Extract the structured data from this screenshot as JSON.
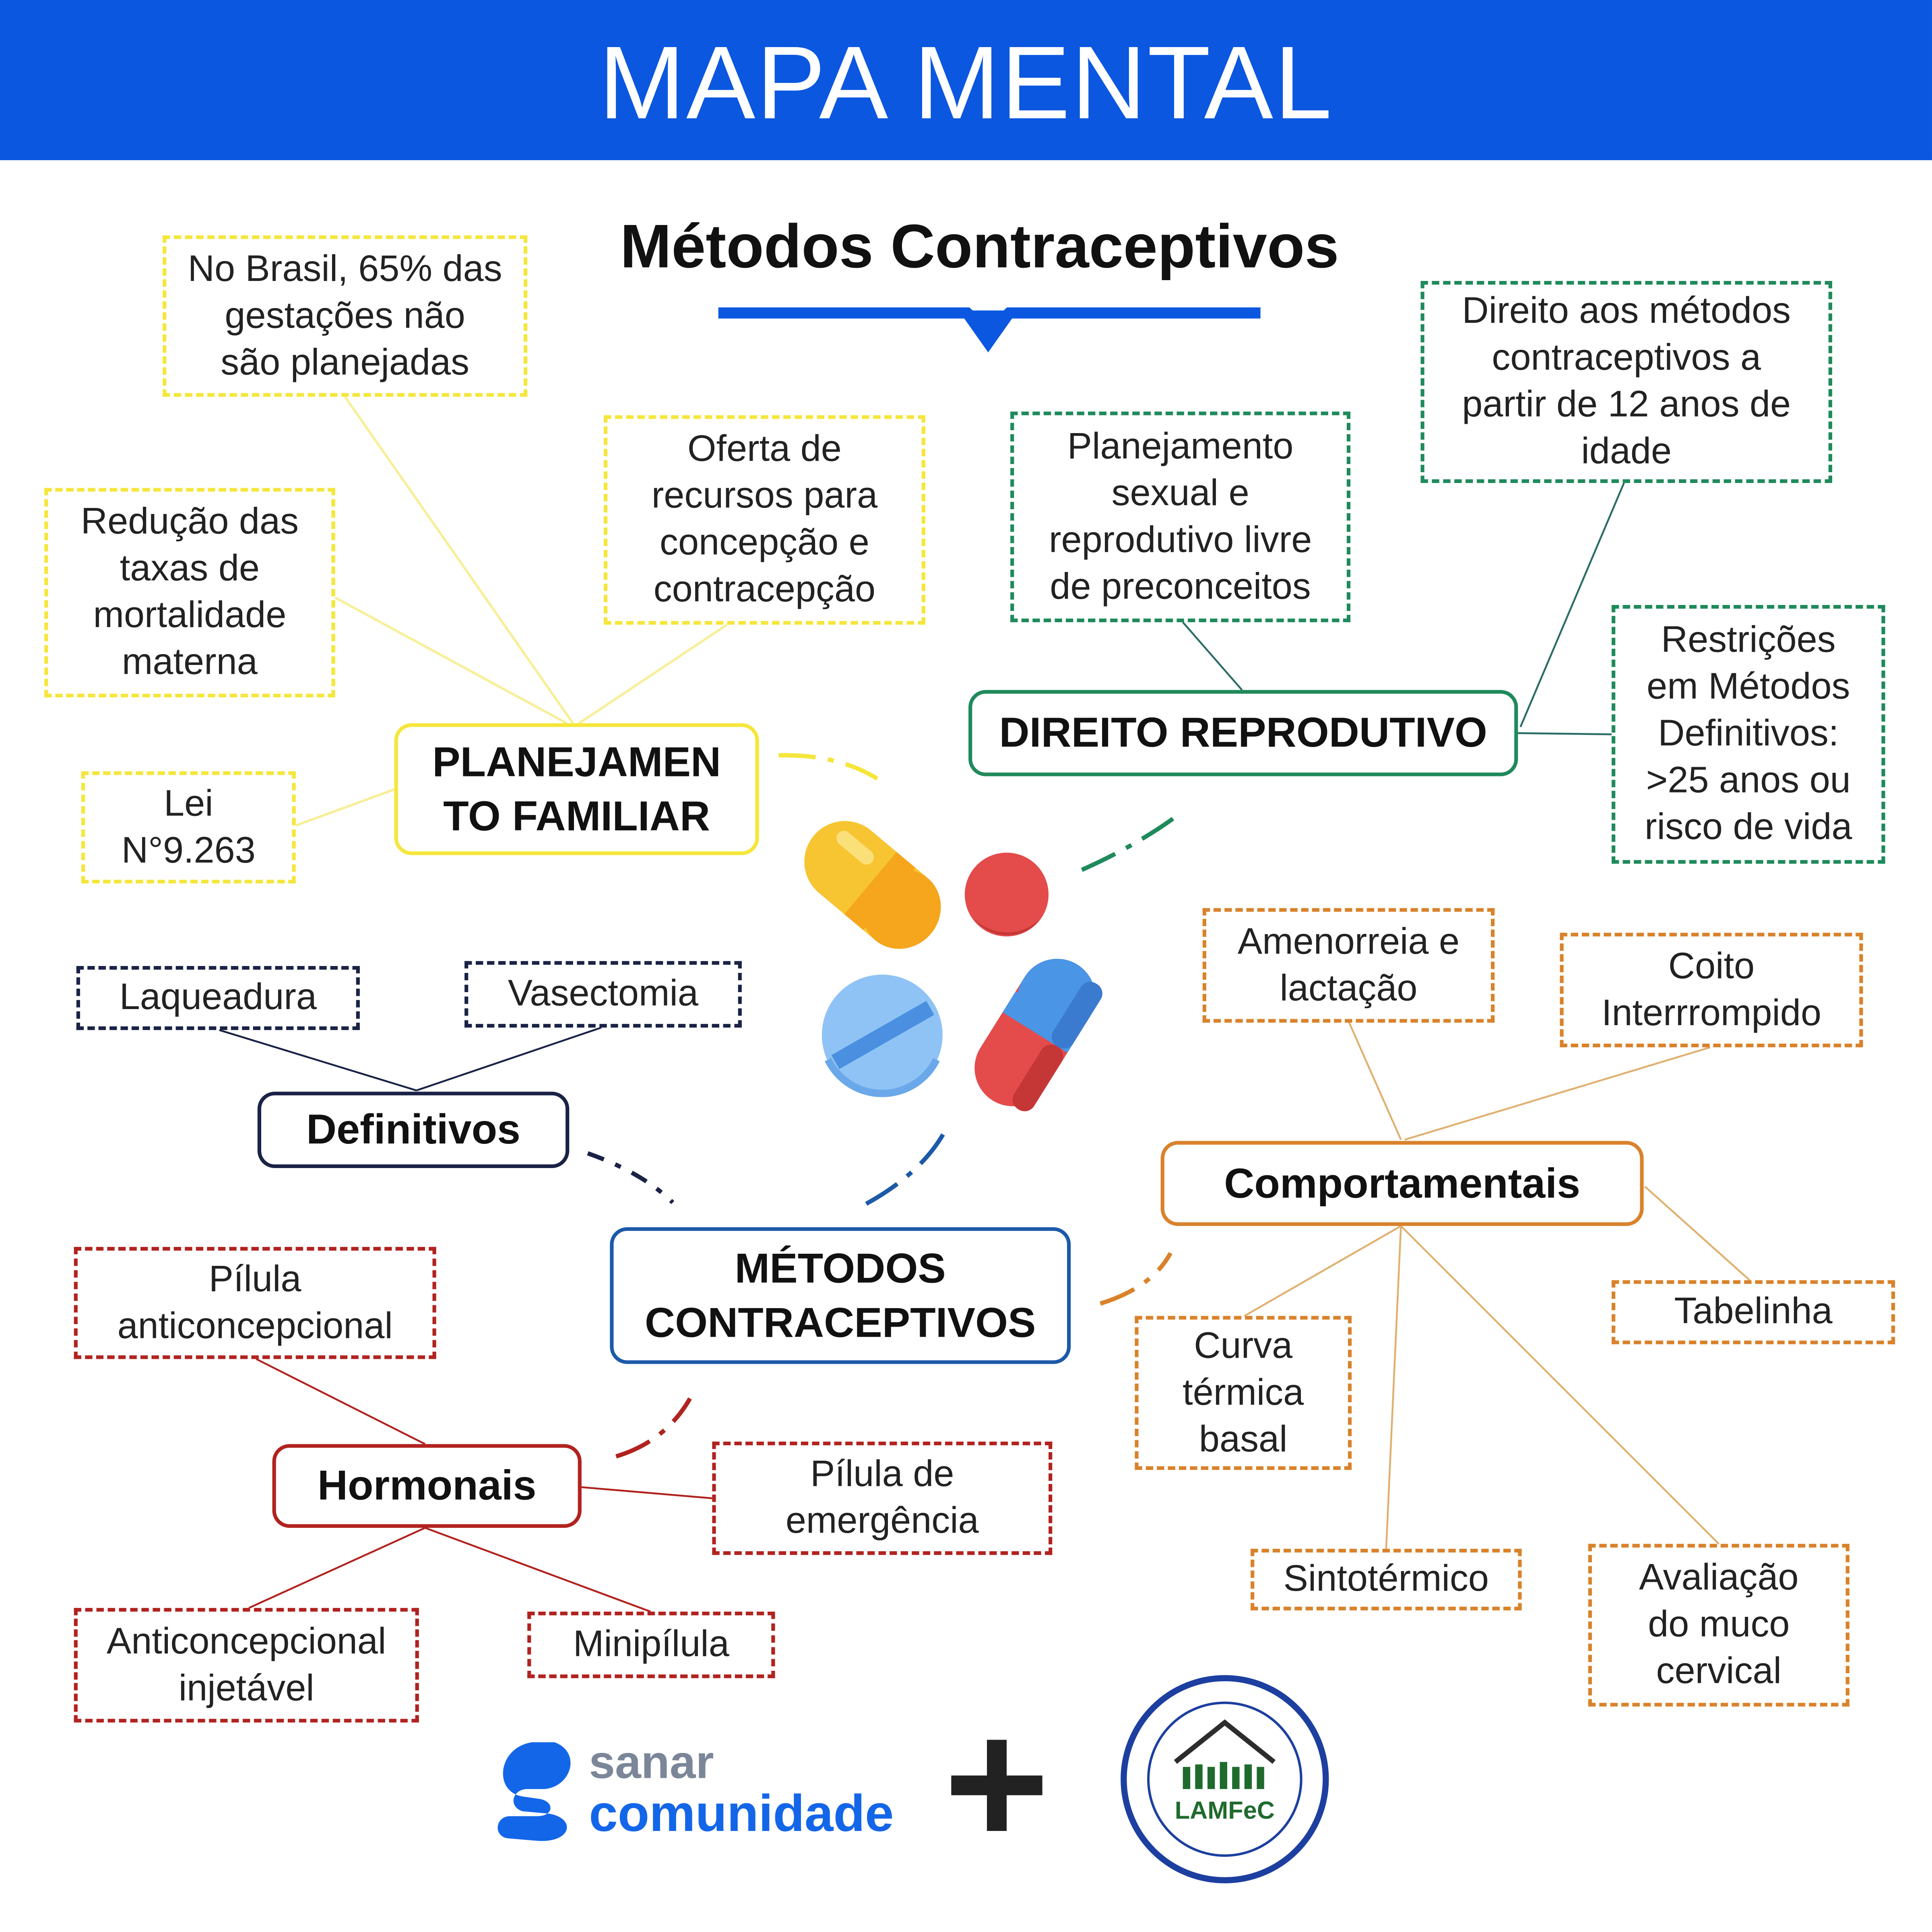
{
  "header": {
    "title": "MAPA MENTAL"
  },
  "subtitle": "Métodos Contraceptivos",
  "nodes": {
    "planejamento_familiar": "PLANEJAMEN\nTO FAMILIAR",
    "direito_reprodutivo": "DIREITO REPRODUTIVO",
    "metodos_contraceptivos": "MÉTODOS\nCONTRACEPTIVOS",
    "definitivos": "Definitivos",
    "hormonais": "Hormonais",
    "comportamentais": "Comportamentais"
  },
  "leaves": {
    "gestacoes": "No Brasil, 65% das\ngestações não\nsão planejadas",
    "oferta": "Oferta de\nrecursos para\nconcepção e\ncontracepção",
    "reducao": "Redução das\ntaxas de\nmortalidade\nmaterna",
    "lei": "Lei\nN°9.263",
    "planejamento_sexual": "Planejamento\nsexual e\nreprodutivo livre\nde preconceitos",
    "direito_12": "Direito aos métodos\ncontraceptivos a\npartir de 12 anos de\nidade",
    "restricoes": "Restrições\nem Métodos\nDefinitivos:\n>25 anos ou\nrisco de vida",
    "laqueadura": "Laqueadura",
    "vasectomia": "Vasectomia",
    "pilula_anticoncepcional": "Pílula\nanticoncepcional",
    "pilula_emergencia": "Pílula de\nemergência",
    "injetavel": "Anticoncepcional\ninjetável",
    "minipilula": "Minipílula",
    "amenorreia": "Amenorreia e\nlactação",
    "coito": "Coito\nInterrrompido",
    "tabelinha": "Tabelinha",
    "curva": "Curva\ntérmica\nbasal",
    "sintotermico": "Sintotérmico",
    "muco": "Avaliação\ndo muco\ncervical"
  },
  "footer": {
    "sanar_line1": "sanar",
    "sanar_line2": "comunidade",
    "seal_label": "LAMFeC"
  },
  "colors": {
    "banner": "#0b57e0",
    "yellow": "#f5e63b",
    "green": "#1f8a5b",
    "navy": "#1a2346",
    "orange": "#d9822b",
    "red": "#b1231f",
    "blue": "#1c5aa8"
  }
}
